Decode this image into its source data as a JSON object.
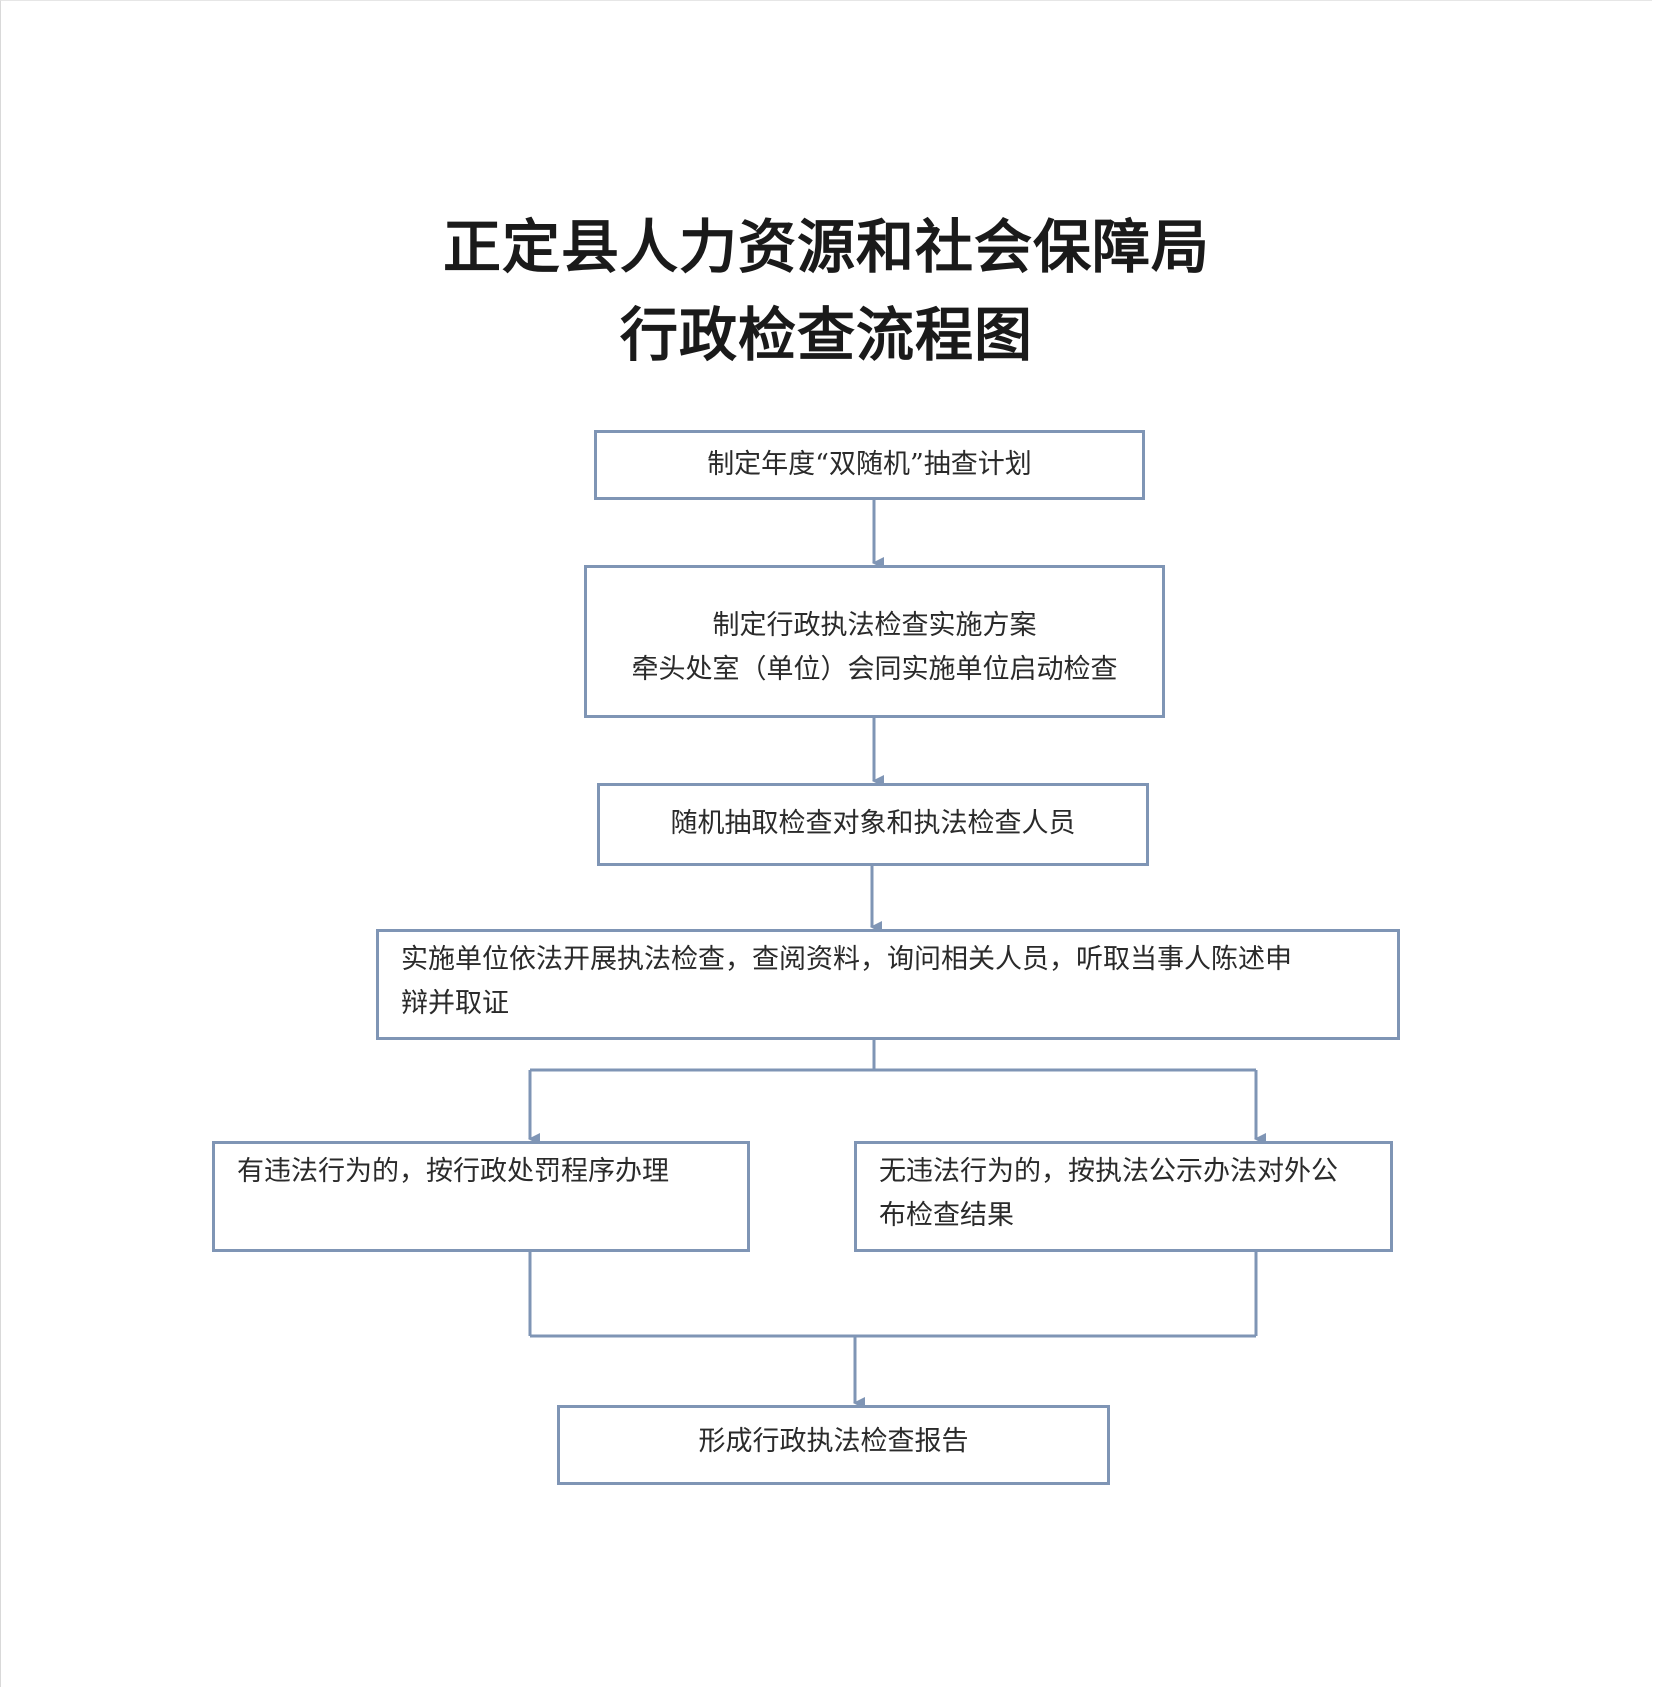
{
  "title": {
    "line1": "正定县人力资源和社会保障局",
    "line2": "行政检查流程图"
  },
  "colors": {
    "box_border": "#7f95b5",
    "connector": "#7f95b5",
    "text": "#2a2a2a",
    "title": "#1a1a1a"
  },
  "steps": {
    "plan": {
      "line1": "制定年度“双随机”抽查计划"
    },
    "scheme": {
      "line1": "制定行政执法检查实施方案",
      "line2": "牵头处室（单位）会同实施单位启动检查"
    },
    "select": {
      "line1": "随机抽取检查对象和执法检查人员"
    },
    "inspect": {
      "line1": "实施单位依法开展执法检查，查阅资料，询问相关人员，听取当事人陈述申",
      "line2": "辩并取证"
    },
    "violation": {
      "line1": "有违法行为的，按行政处罚程序办理"
    },
    "no_violation": {
      "line1": "无违法行为的，按执法公示办法对外公",
      "line2": "布检查结果"
    },
    "report": {
      "line1": "形成行政执法检查报告"
    }
  }
}
